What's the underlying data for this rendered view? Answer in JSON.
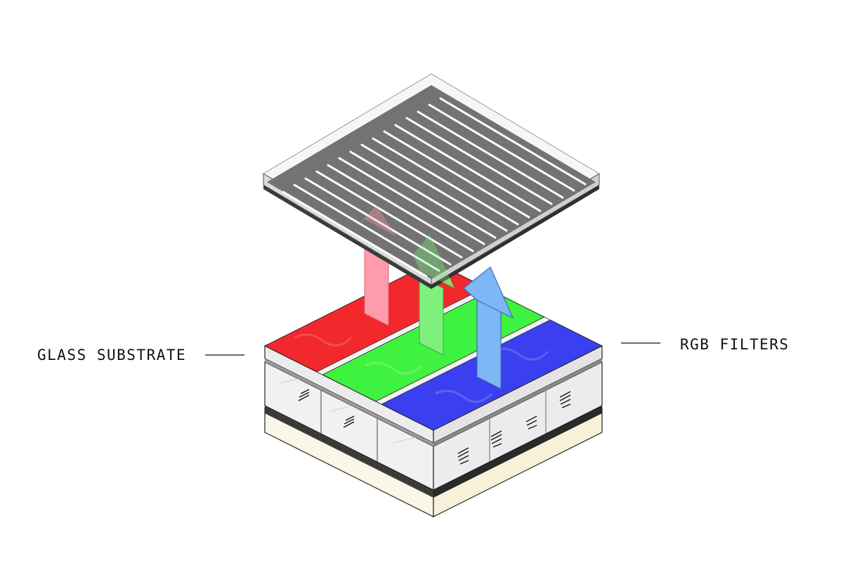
{
  "labels": {
    "left": "GLASS SUBSTRATE",
    "right": "RGB FILTERS"
  },
  "colors": {
    "red_filter": "#f2282c",
    "green_filter": "#3ff23f",
    "blue_filter": "#3a3ff0",
    "polarizer": "#707070",
    "red_arrow": "#ff9cab",
    "green_arrow": "#7df07d",
    "blue_arrow": "#7fb6f5",
    "backlight": "#fbf7e6"
  },
  "icons": [
    "polarizer-grid",
    "color-filter-strips",
    "light-arrow",
    "liquid-crystal-molecules"
  ]
}
